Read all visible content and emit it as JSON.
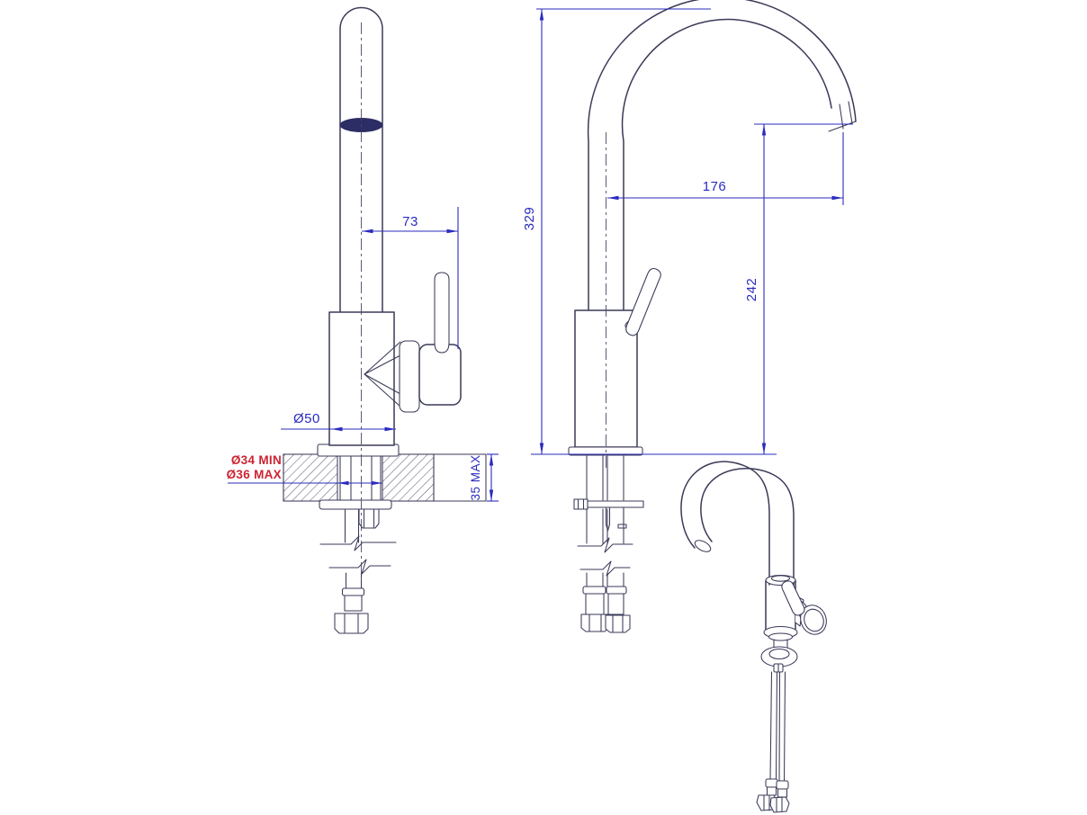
{
  "drawing": {
    "background": "#ffffff",
    "line_color": "#3a3a58",
    "dimension_color": "#2b2bbe",
    "warning_color": "#cc2433",
    "dimensions": {
      "front": {
        "spout_to_handle": "73",
        "base_diameter": "Ø50",
        "hole_min": "Ø34 MIN",
        "hole_max": "Ø36 MAX",
        "counter_thickness": "35 MAX"
      },
      "side": {
        "overall_height": "329",
        "spout_reach": "176",
        "outlet_height": "242"
      }
    }
  }
}
